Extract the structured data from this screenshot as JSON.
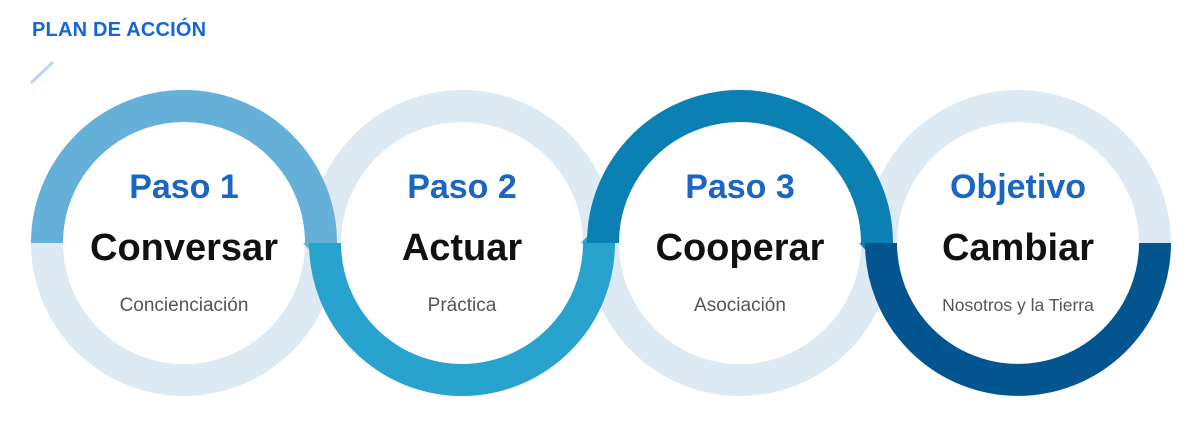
{
  "header": {
    "title": "PLAN DE ACCIÓN"
  },
  "colors": {
    "title_blue": "#1565d8",
    "heading_blue": "#1a66c2",
    "track_light": "#dde9f3",
    "ring_1": "#64b0d8",
    "ring_2": "#27a3cd",
    "ring_3": "#0a80b3",
    "ring_4": "#02558f"
  },
  "steps": [
    {
      "heading": "Paso 1",
      "action": "Conversar",
      "caption": "Concienciación"
    },
    {
      "heading": "Paso 2",
      "action": "Actuar",
      "caption": "Práctica"
    },
    {
      "heading": "Paso 3",
      "action": "Cooperar",
      "caption": "Asociación"
    },
    {
      "heading": "Objetivo",
      "action": "Cambiar",
      "caption": "Nosotros y la Tierra"
    }
  ]
}
